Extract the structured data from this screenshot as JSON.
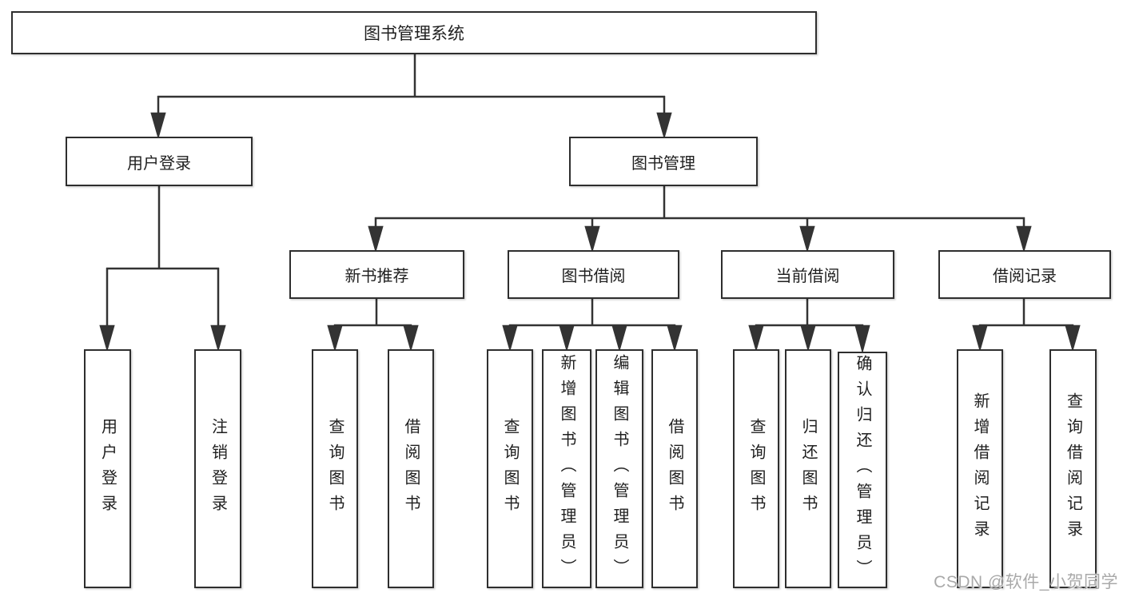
{
  "root": {
    "label": "图书管理系统",
    "children": [
      {
        "label": "用户登录",
        "children": [
          {
            "label": "用户登录"
          },
          {
            "label": "注销登录"
          }
        ]
      },
      {
        "label": "图书管理",
        "children": [
          {
            "label": "新书推荐",
            "children": [
              {
                "label": "查询图书"
              },
              {
                "label": "借阅图书"
              }
            ]
          },
          {
            "label": "图书借阅",
            "children": [
              {
                "label": "查询图书"
              },
              {
                "label": "新增图书（管理员）"
              },
              {
                "label": "编辑图书（管理员）"
              },
              {
                "label": "借阅图书"
              }
            ]
          },
          {
            "label": "当前借阅",
            "children": [
              {
                "label": "查询图书"
              },
              {
                "label": "归还图书"
              },
              {
                "label": "确认归还（管理员）"
              }
            ]
          },
          {
            "label": "借阅记录",
            "children": [
              {
                "label": "新增借阅记录"
              },
              {
                "label": "查询借阅记录"
              }
            ]
          }
        ]
      }
    ]
  },
  "watermark": "CSDN @软件_小贺同学",
  "colors": {
    "line": "#333333",
    "box_border": "#2e2e2e",
    "text": "#1f1f1f",
    "watermark": "#a9a9a9",
    "background": "#ffffff"
  }
}
